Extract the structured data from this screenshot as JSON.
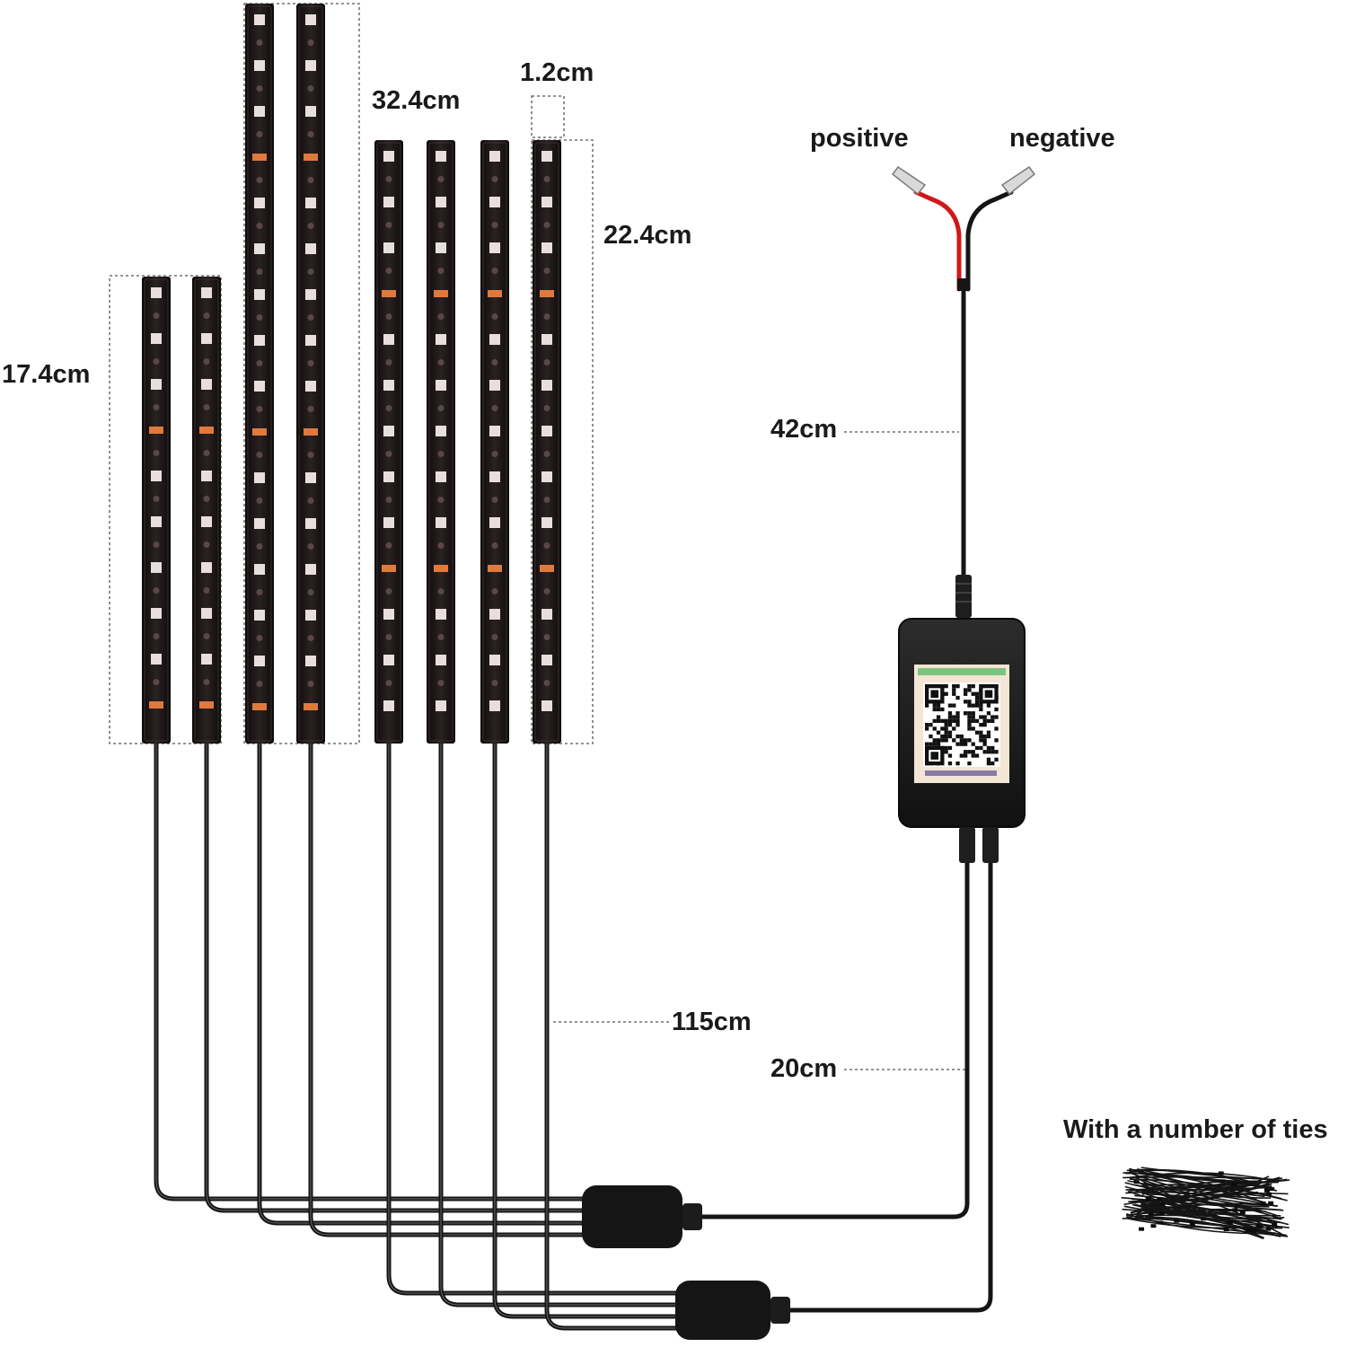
{
  "labels": {
    "strip_width": "1.2cm",
    "long_strip": "32.4cm",
    "mid_strip": "22.4cm",
    "short_strip": "17.4cm",
    "positive": "positive",
    "negative": "negative",
    "power_lead": "42cm",
    "strip_cable": "115cm",
    "box_cable": "20cm",
    "ties": "With a number of ties"
  },
  "colors": {
    "strip": "#1c1616",
    "led": "#e9dede",
    "led_orange": "#e07a3c",
    "cable": "#151515",
    "wire_red": "#d01818",
    "box": "#1a1a1a"
  },
  "icons": [
    "controller-box-icon",
    "qr-code-icon",
    "y-splitter-icon",
    "cable-ties-icon",
    "terminal-connector-icon"
  ]
}
